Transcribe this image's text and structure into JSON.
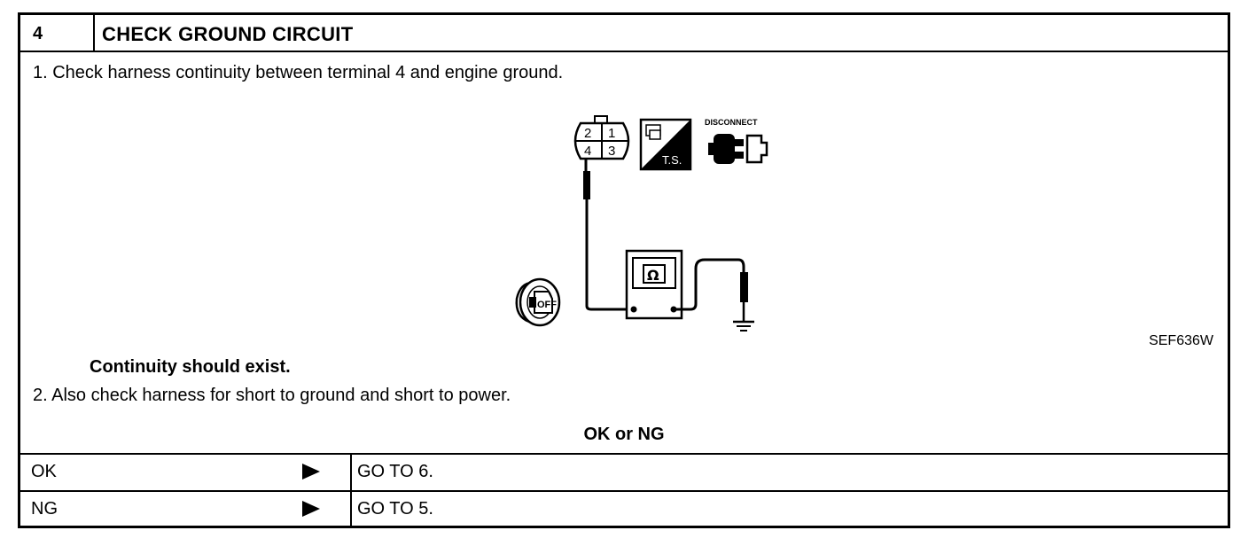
{
  "header": {
    "step_number": "4",
    "title": "CHECK GROUND CIRCUIT"
  },
  "instructions": {
    "step1": "1. Check harness continuity between terminal 4 and engine ground.",
    "note": "Continuity should exist.",
    "step2": "2. Also check harness for short to ground and short to power."
  },
  "figure": {
    "id": "SEF636W",
    "connector_terminals": [
      "2",
      "1",
      "4",
      "3"
    ],
    "ts_label": "T.S.",
    "disconnect_label": "DISCONNECT",
    "ignition_label": "OFF",
    "icons": [
      "connector-icon",
      "harness-side-icon",
      "disconnect-icon",
      "ignition-key-icon",
      "ohmmeter-icon",
      "ground-icon"
    ]
  },
  "result": {
    "question": "OK or NG",
    "rows": [
      {
        "key": "OK",
        "action": "GO TO 6."
      },
      {
        "key": "NG",
        "action": "GO TO 5."
      }
    ]
  }
}
